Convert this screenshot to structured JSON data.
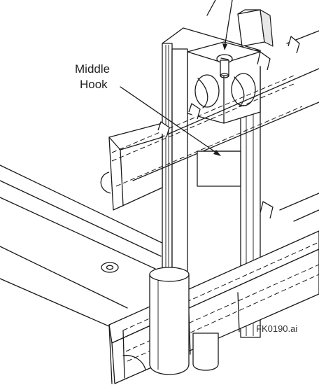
{
  "diagram": {
    "label_middle_hook_line1": "Middle",
    "label_middle_hook_line2": "Hook",
    "file_id": "FK0190.ai"
  }
}
